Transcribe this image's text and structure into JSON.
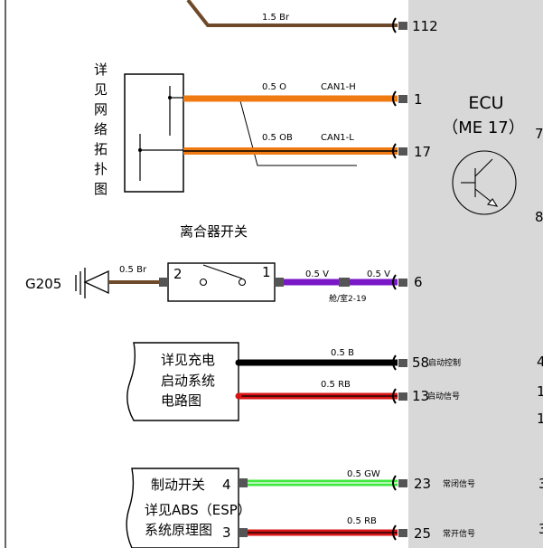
{
  "diagram": {
    "ecu": {
      "name": "ECU",
      "model": "（ME 17）"
    },
    "network_box": {
      "label_chars": [
        "详",
        "见",
        "网",
        "络",
        "拓",
        "扑",
        "图"
      ]
    },
    "clutch_switch": {
      "title": "离合器开关",
      "pin_left": "2",
      "pin_right": "1"
    },
    "ground": {
      "label": "G205"
    },
    "charging_box": {
      "line1": "详见充电",
      "line2": "启动系统",
      "line3": "电路图"
    },
    "brake_box": {
      "line1": "制动开关",
      "line2": "详见ABS（ESP）",
      "line3": "系统原理图",
      "pin_top": "4",
      "pin_bottom": "3"
    },
    "location_note": "舱/室2-19",
    "edge_digits": {
      "d1": "7",
      "d2": "8",
      "d3": "4",
      "d4": "1",
      "d5": "1",
      "d6": "3",
      "d7": "3"
    },
    "wires": [
      {
        "id": "w112",
        "spec": "1.5 Br",
        "color": "#6e4a2a",
        "pin": "112",
        "signal": "",
        "note": ""
      },
      {
        "id": "w1",
        "spec": "0.5 O",
        "color": "#f07a12",
        "pin": "1",
        "signal": "CAN1-H",
        "note": ""
      },
      {
        "id": "w17",
        "spec": "0.5 OB",
        "color": "#f07a12",
        "pin": "17",
        "signal": "CAN1-L",
        "note": ""
      },
      {
        "id": "w6a",
        "spec": "0.5 Br",
        "color": "#6e4a2a",
        "pin": "",
        "signal": "",
        "note": ""
      },
      {
        "id": "w6b",
        "spec": "0.5 V",
        "color": "#7a18c8",
        "pin": "",
        "signal": "",
        "note": ""
      },
      {
        "id": "w6c",
        "spec": "0.5 V",
        "color": "#7a18c8",
        "pin": "6",
        "signal": "",
        "note": ""
      },
      {
        "id": "w58",
        "spec": "0.5 B",
        "color": "#000000",
        "pin": "58",
        "signal": "",
        "note": "启动控制"
      },
      {
        "id": "w13",
        "spec": "0.5 RB",
        "color": "#d81414",
        "pin": "13",
        "signal": "",
        "note": "启动信号"
      },
      {
        "id": "w23",
        "spec": "0.5 GW",
        "color": "#3ee83e",
        "pin": "23",
        "signal": "",
        "note": "常闭信号"
      },
      {
        "id": "w25",
        "spec": "0.5 RB",
        "color": "#d81414",
        "pin": "25",
        "signal": "",
        "note": "常开信号"
      }
    ],
    "colors": {
      "ecu_panel": "#d8d8d8",
      "connector": "#555555",
      "line": "#000000"
    }
  }
}
